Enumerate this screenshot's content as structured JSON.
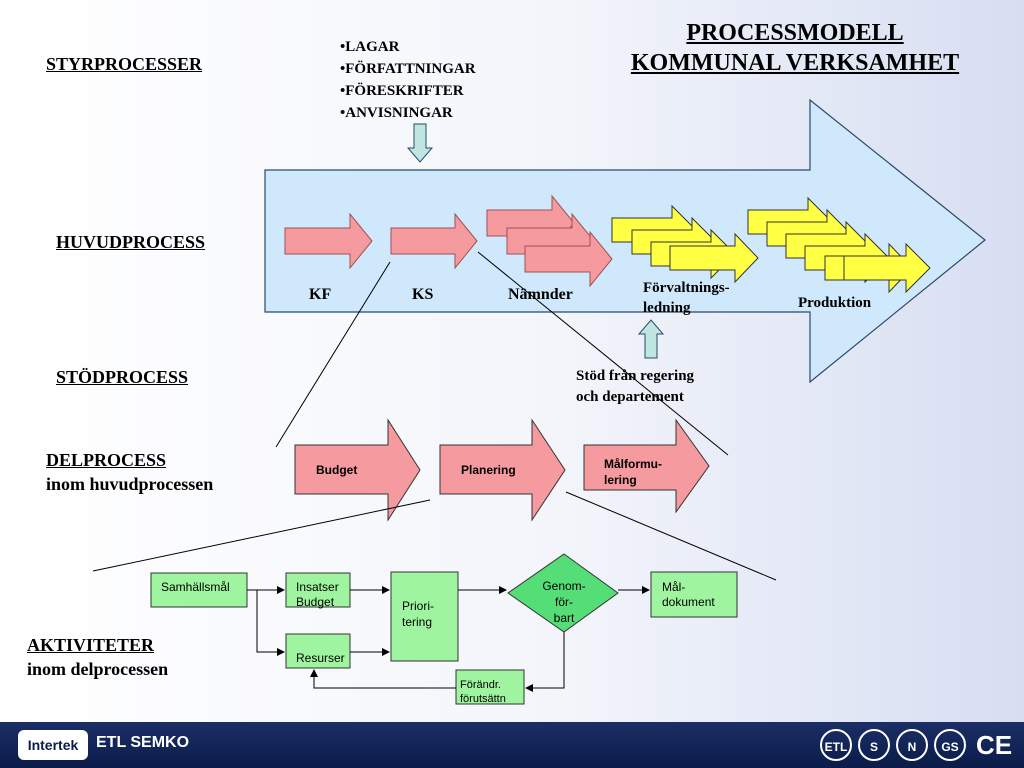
{
  "title": {
    "line1": "PROCESSMODELL",
    "line2": "KOMMUNAL VERKSAMHET"
  },
  "laws": [
    "•LAGAR",
    "•FÖRFATTNINGAR",
    "•FÖRESKRIFTER",
    "•ANVISNINGAR"
  ],
  "left_labels": {
    "styr": "STYRPROCESSER",
    "huvud": "HUVUDPROCESS",
    "stod": "STÖDPROCESS",
    "delprocess": "DELPROCESS",
    "delprocess_sub": "inom huvudprocessen",
    "aktiviteter": "AKTIVITETER",
    "aktiviteter_sub": "inom delprocessen"
  },
  "main_process": {
    "kf": "KF",
    "ks": "KS",
    "namnder": "Nämnder",
    "forvaltning_1": "Förvaltnings-",
    "forvaltning_2": "ledning",
    "produktion": "Produktion"
  },
  "support": {
    "line1": "Stöd från regering",
    "line2": "och departement"
  },
  "sub_process": {
    "budget": "Budget",
    "planering": "Planering",
    "malformulering_1": "Målformu-",
    "malformulering_2": "lering"
  },
  "activities": {
    "samhallsmal": "Samhällsmål",
    "insatser_1": "Insatser",
    "insatser_2": "Budget",
    "resurser": "Resurser",
    "prioritering_1": "Priori-",
    "prioritering_2": "tering",
    "genomforbart_1": "Genom-",
    "genomforbart_2": "för-",
    "genomforbart_3": "bart",
    "maldokument_1": "Mål-",
    "maldokument_2": "dokument",
    "forandr_1": "Förändr.",
    "forandr_2": "förutsättn"
  },
  "footer": {
    "brand": "Intertek",
    "brand2": "ETL SEMKO",
    "certs": [
      "ETL",
      "S",
      "N",
      "GS",
      "CE"
    ]
  },
  "colors": {
    "big_arrow": "#cfe8fb",
    "red_arrow": "#f59a9e",
    "yellow_arrow": "#ffff44",
    "green_box": "#9ff59f",
    "green_diamond": "#55dd77",
    "small_arrow": "#bfe6e0",
    "footer": "#0b1c4a"
  }
}
